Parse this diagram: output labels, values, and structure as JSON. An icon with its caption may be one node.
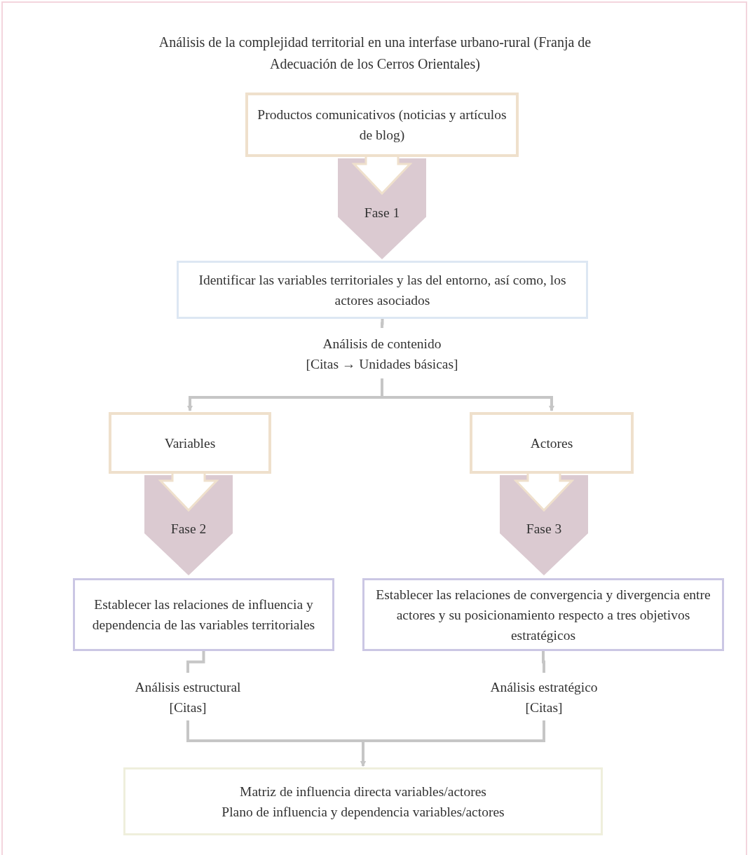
{
  "diagram": {
    "title": "Análisis de la complejidad territorial en una interfase urbano-rural (Franja de Adecuación de los Cerros Orientales)",
    "nodes": [
      {
        "text": [
          "Productos comunicativos (noticias y artículos de blog)"
        ]
      },
      {
        "text": [
          "Fase 1"
        ]
      },
      {
        "text": [
          "Identificar las variables territoriales y las del entorno, así como, los actores asociados"
        ]
      },
      {
        "text": [
          "Análisis de contenido",
          "[Citas → Unidades básicas]"
        ]
      },
      {
        "text": [
          "Variables"
        ]
      },
      {
        "text": [
          "Fase 2"
        ]
      },
      {
        "text": [
          "Actores"
        ]
      },
      {
        "text": [
          "Fase 3"
        ]
      },
      {
        "text": [
          "Establecer las relaciones de influencia y dependencia de las variables territoriales"
        ]
      },
      {
        "text": [
          "Establecer las relaciones de convergencia y divergencia entre actores y su posicionamiento respecto a tres objetivos estratégicos"
        ]
      },
      {
        "text": [
          "Análisis estructural",
          "[Citas]"
        ]
      },
      {
        "text": [
          "Análisis estratégico",
          "[Citas]"
        ]
      },
      {
        "text": [
          "Matriz de influencia directa variables/actores",
          "Plano de influencia y dependencia variables/actores"
        ]
      }
    ],
    "edges": [
      {
        "from": 0,
        "to": 1,
        "arrow": "to"
      },
      {
        "from": 2,
        "to": 3,
        "arrow": "none"
      },
      {
        "from": 3,
        "to": 4,
        "arrow": "to"
      },
      {
        "from": 3,
        "to": 6,
        "arrow": "to"
      },
      {
        "from": 4,
        "to": 5,
        "arrow": "to"
      },
      {
        "from": 6,
        "to": 7,
        "arrow": "to"
      },
      {
        "from": 8,
        "to": 10,
        "arrow": "none"
      },
      {
        "from": 9,
        "to": 11,
        "arrow": "none"
      },
      {
        "from": 10,
        "to": 12,
        "arrow": "to"
      },
      {
        "from": 11,
        "to": 12,
        "arrow": "to"
      }
    ]
  }
}
